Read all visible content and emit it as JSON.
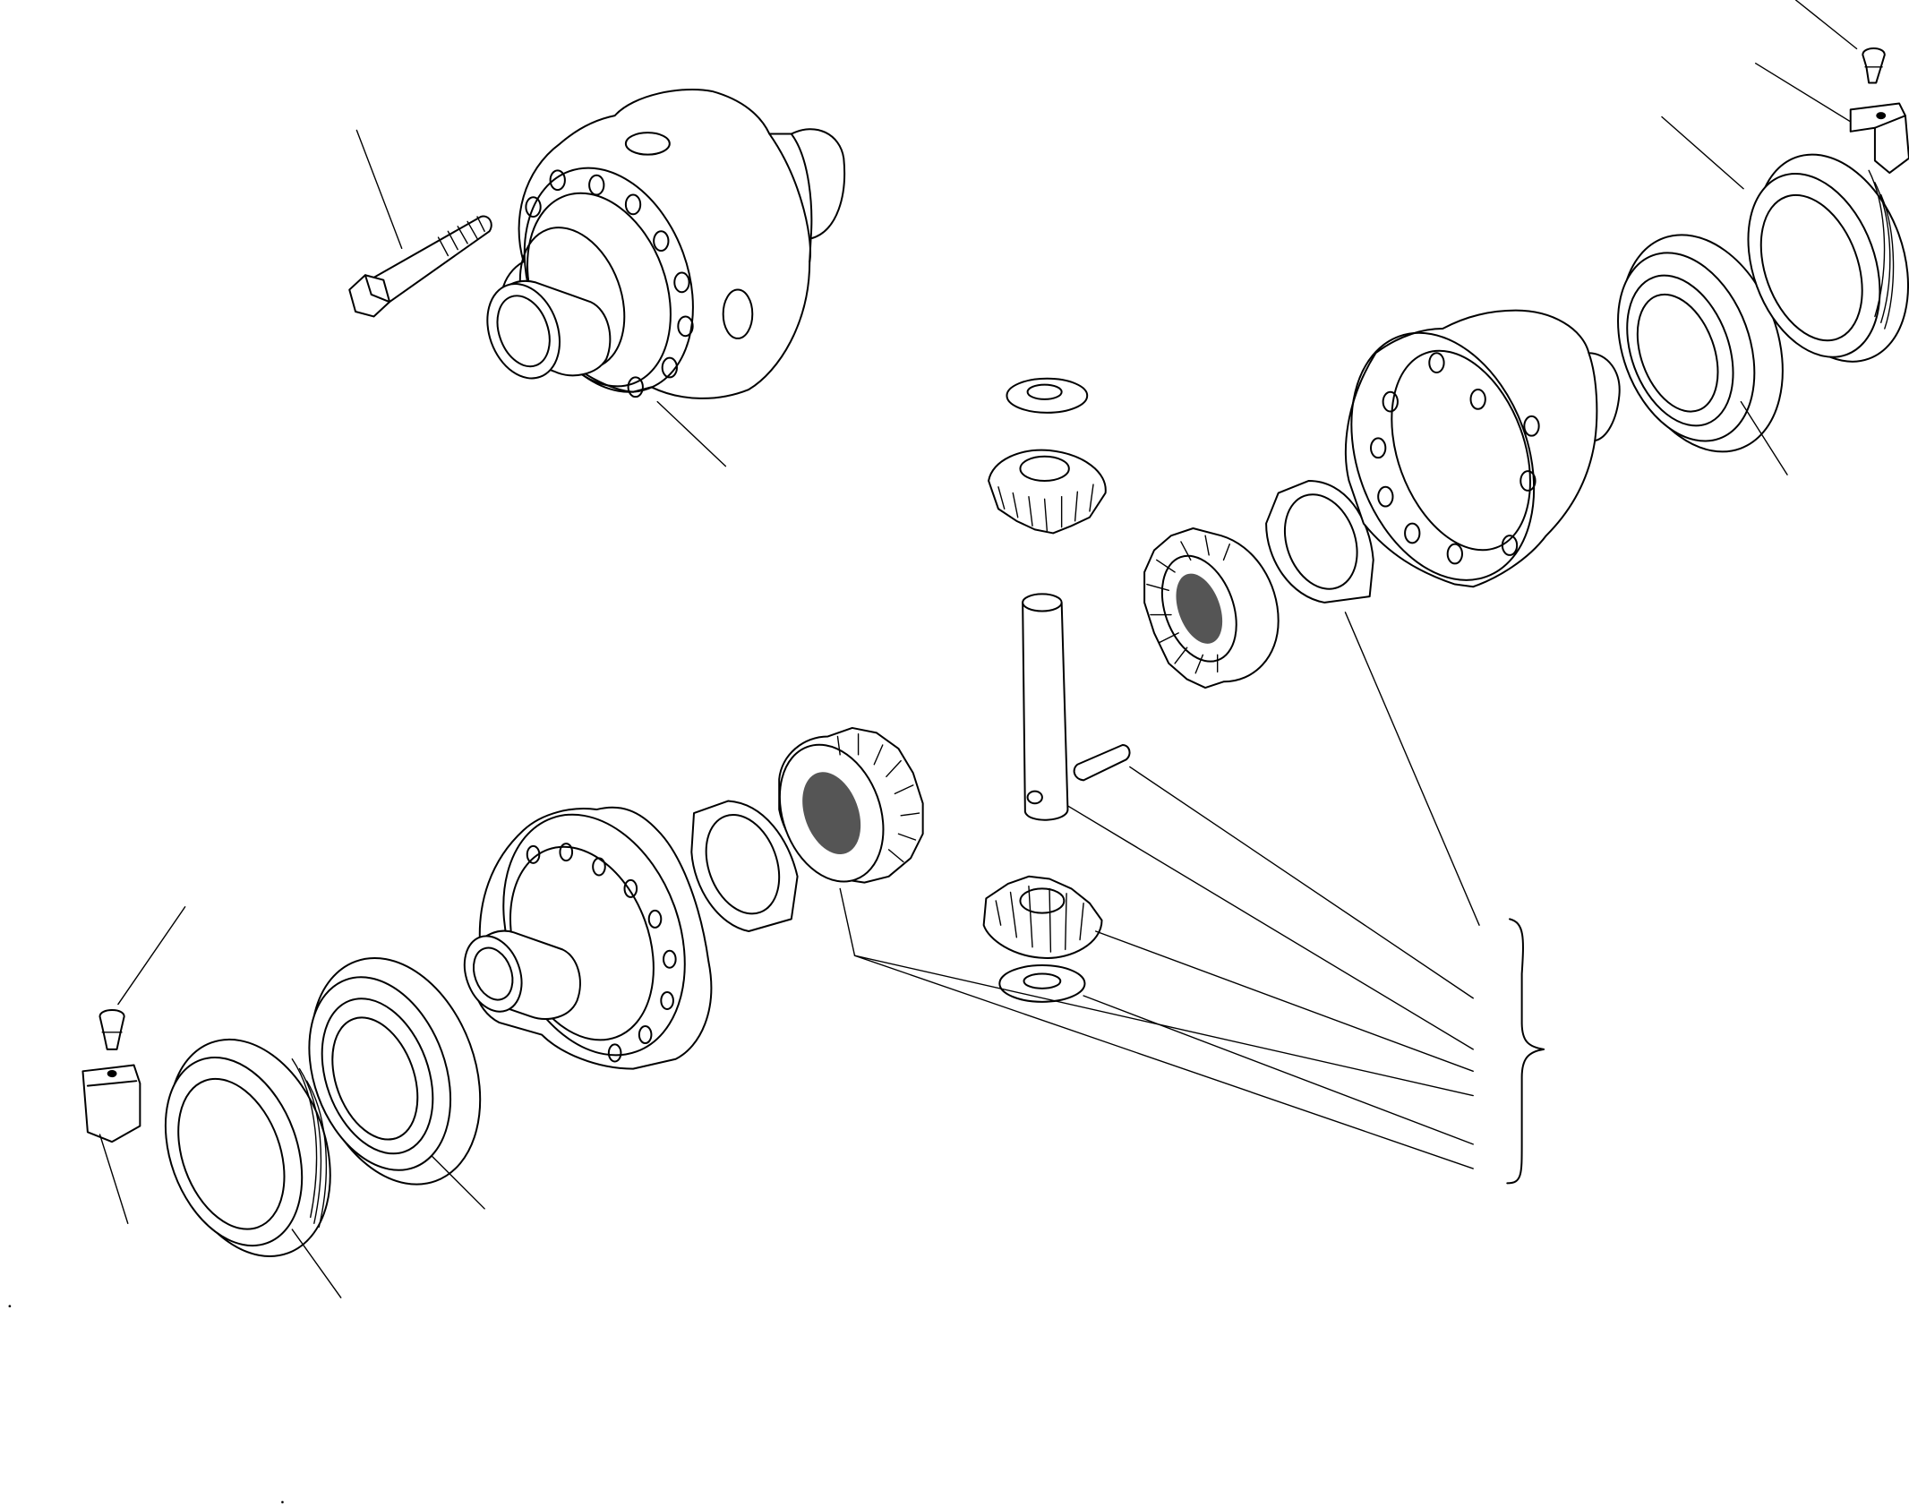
{
  "diagram": {
    "type": "exploded-parts-view",
    "line_color": "#000000",
    "background": "#ffffff",
    "text_labels": [],
    "parts": [
      "upper-differential-case-assembly",
      "case-bolt",
      "thrust-washer-top",
      "pinion-gear-top",
      "cross-shaft",
      "roll-pin",
      "pinion-gear-bottom",
      "thrust-washer-bottom",
      "side-gear-right",
      "thrust-washer-right",
      "right-case-half",
      "right-bearing",
      "right-adjusting-nut",
      "right-lock-plate",
      "right-lock-bolt",
      "side-gear-left",
      "thrust-washer-left",
      "left-case-half",
      "left-bearing",
      "left-adjusting-nut",
      "left-lock-plate",
      "left-lock-bolt",
      "kit-brace"
    ]
  }
}
